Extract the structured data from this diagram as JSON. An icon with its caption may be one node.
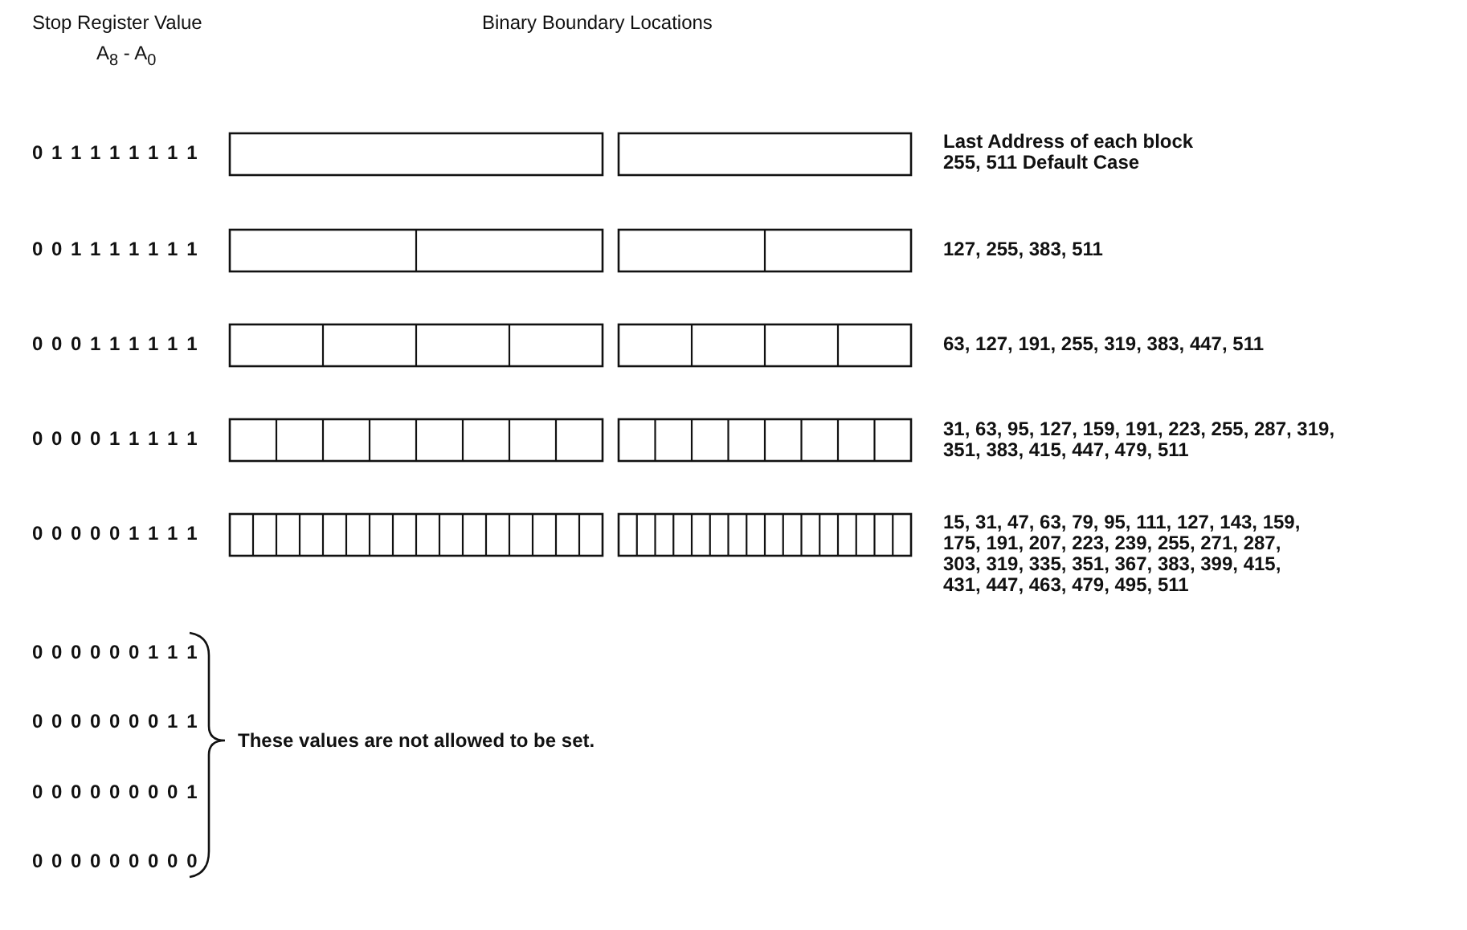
{
  "diagram": {
    "labels": [
      "Stop Register Value",
      "A$_{8}$ - A$_{0}$",
      "Binary Boundary Locations",
      "0 1 1 1 1 1 1 1 1",
      "Last Address of each block 255, 511 Default Case",
      "0 0 1 1 1 1 1 1 1",
      "127, 255, 383, 511",
      "0 0 0 1 1 1 1 1 1",
      "63, 127, 191, 255, 319, 383, 447, 511",
      "0 0 0 0 1 1 1 1 1",
      "31, 63, 95, 127, 159, 191, 223, 255, 287, 319, 351, 383, 415, 447, 479, 511",
      "0 0 0 0 0 1 1 1 1",
      "15, 31, 47, 63, 79, 95, 111, 127, 143, 159, 175, 191, 207, 223, 239, 255, 271, 287, 303, 319, 335, 351, 367, 383, 399, 415, 431, 447, 463, 479, 495, 511",
      "0 0 0 0 0 0 1 1 1",
      "0 0 0 0 0 0 0 1 1",
      "These values are not allowed to be set.",
      "0 0 0 0 0 0 0 0 1",
      "0 0 0 0 0 0 0 0 0"
    ]
  }
}
